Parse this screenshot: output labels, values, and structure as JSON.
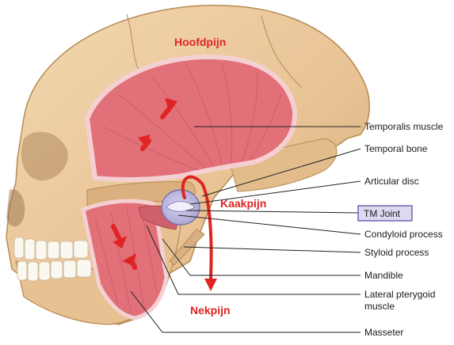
{
  "overlay_labels": {
    "headache": "Hoofdpijn",
    "jaw_pain": "Kaakpijn",
    "neck_pain": "Nekpijn"
  },
  "anatomy_labels": {
    "temporalis": "Temporalis muscle",
    "temporal_bone": "Temporal bone",
    "articular_disc": "Articular disc",
    "tm_joint": "TM Joint",
    "condyloid": "Condyloid process",
    "styloid": "Styloid process",
    "mandible": "Mandible",
    "lateral_pterygoid_line1": "Lateral pterygoid",
    "lateral_pterygoid_line2": "muscle",
    "masseter": "Masseter"
  },
  "colors": {
    "bone": "#ecc99b",
    "bone_shadow": "#c9a26e",
    "muscle": "#e0707a",
    "muscle_light": "#f2b0b3",
    "accent_red": "#e02424",
    "tm_box_fill": "#dcd9f0",
    "tm_box_stroke": "#4b47a0"
  }
}
